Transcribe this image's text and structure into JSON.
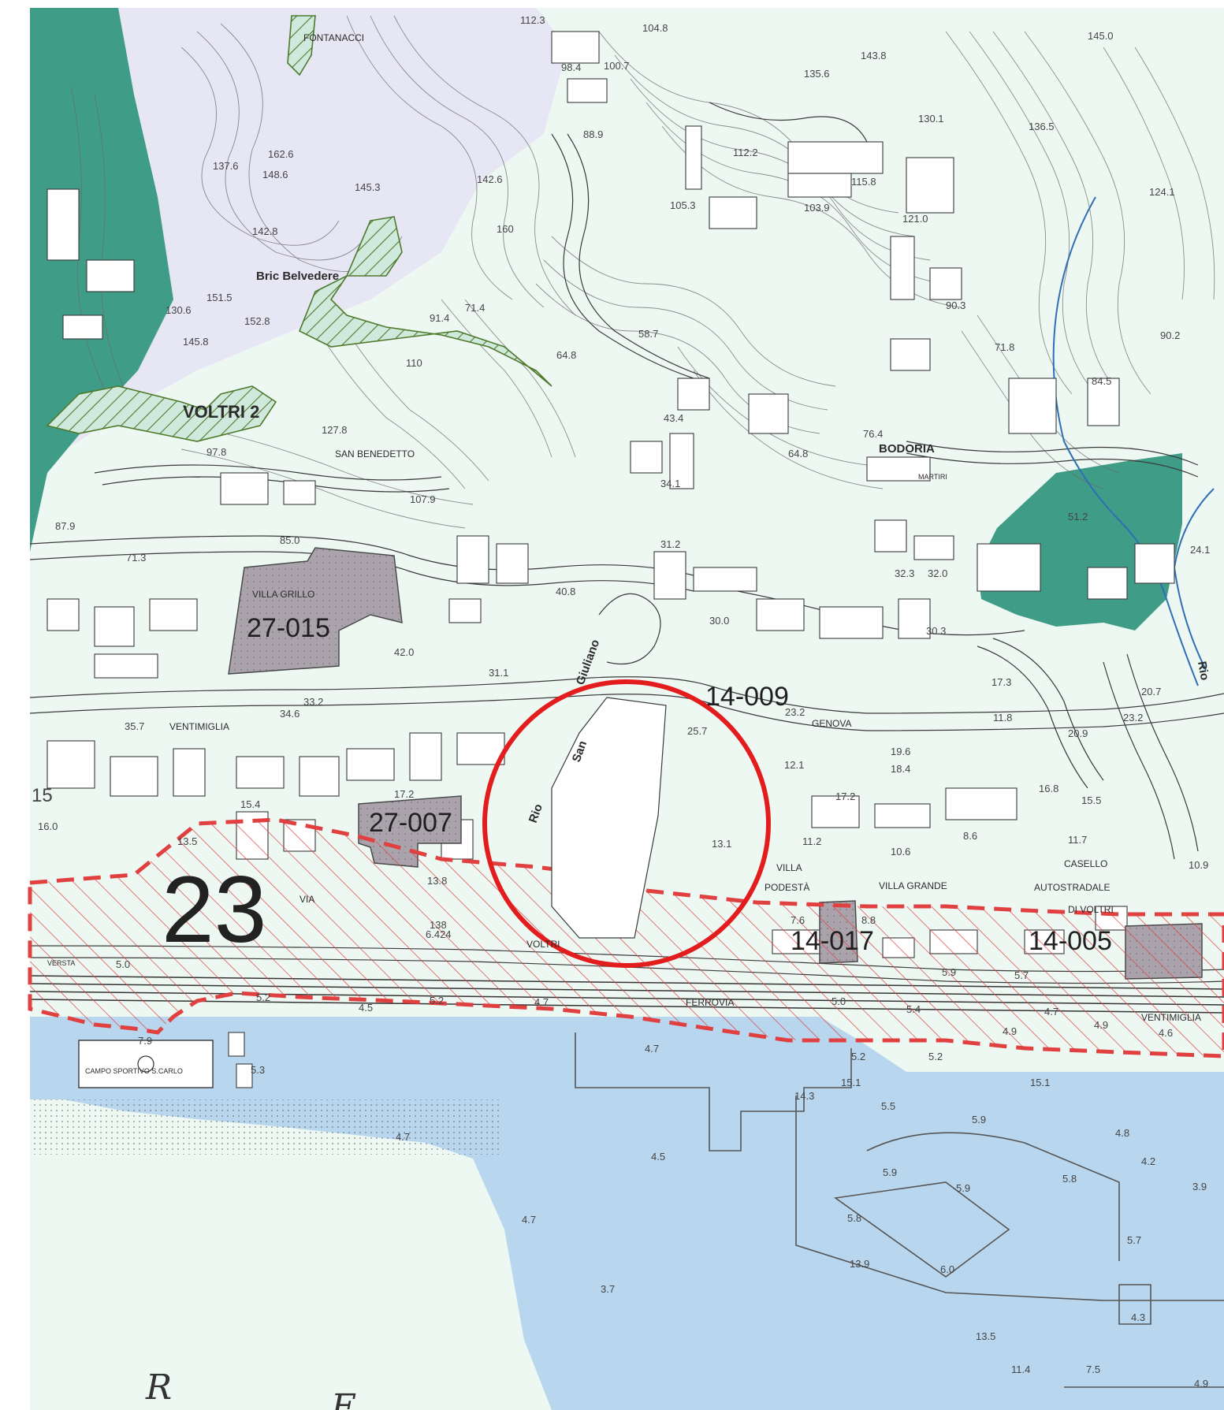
{
  "map": {
    "colors": {
      "teal_zone": "#3f9c86",
      "light_green_zone": "#dff3ea",
      "lavender_zone": "#e7e6f5",
      "sea_blue": "#b8d6ee",
      "grey_parcel": "#a9a3ab",
      "green_hatch": "#4f7a2c",
      "red_hatch": "#e04040",
      "highlight_circle": "#e31d1d",
      "river_blue": "#2f6fb5"
    },
    "zone_number": "23",
    "sea_letters": [
      "R",
      "E"
    ],
    "parcel_codes": [
      "27-015",
      "27-007",
      "14-009",
      "14-017",
      "14-005"
    ],
    "place_names": [
      "FONTANACCI",
      "Bric Belvedere",
      "VOLTRI 2",
      "SAN BENEDETTO",
      "VILLA GRILLO",
      "BODORIA",
      "VENTIMIGLIA",
      "GENOVA",
      "Giuliano",
      "San",
      "Rio",
      "VILLA",
      "PODESTÀ",
      "VILLA GRANDE",
      "CASELLO",
      "AUTOSTRADALE",
      "DI VOLTRI",
      "FERROVIA",
      "VENTIMIGLIA",
      "CAMPO SPORTIVO S.CARLO",
      "Rio",
      "VIA",
      "VOLTRI",
      "VERSTA",
      "MARTIRI"
    ],
    "elevations": [
      "112.3",
      "104.8",
      "98.4",
      "100.7",
      "135.6",
      "143.8",
      "145.0",
      "88.9",
      "112.2",
      "130.1",
      "136.5",
      "137.6",
      "162.6",
      "148.6",
      "145.3",
      "142.8",
      "142.6",
      "160",
      "105.3",
      "115.8",
      "103.9",
      "121.0",
      "124.1",
      "152.8",
      "151.5",
      "145.8",
      "130.6",
      "91.4",
      "71.4",
      "58.7",
      "64.8",
      "110",
      "90.3",
      "71.8",
      "90.2",
      "84.5",
      "43.4",
      "76.4",
      "64.8",
      "97.8",
      "127.8",
      "107.9",
      "87.9",
      "85.0",
      "71.3",
      "34.1",
      "31.2",
      "40.8",
      "30.0",
      "32.3",
      "32.0",
      "30.3",
      "51.2",
      "24.1",
      "42.0",
      "31.1",
      "33.2",
      "34.6",
      "35.7",
      "25.7",
      "23.2",
      "17.3",
      "11.8",
      "20.9",
      "23.2",
      "20.7",
      "19.6",
      "18.4",
      "16.8",
      "15.5",
      "17.2",
      "12.1",
      "11.2",
      "10.6",
      "8.6",
      "11.7",
      "10.9",
      "13.1",
      "16.0",
      "13.5",
      "17.2",
      "15.4",
      "13.8",
      "8.8",
      "7.6",
      "5.9",
      "5.7",
      "5.0",
      "4.5",
      "5.2",
      "4.7",
      "5.2",
      "5.0",
      "5.4",
      "4.9",
      "4.9",
      "4.6",
      "4.7",
      "7.9",
      "5.3",
      "4.7",
      "5.2",
      "5.2",
      "15.1",
      "15.1",
      "14.3",
      "5.5",
      "5.9",
      "4.8",
      "4.7",
      "4.5",
      "4.2",
      "3.9",
      "5.9",
      "5.9",
      "5.8",
      "5.8",
      "6.0",
      "13.9",
      "5.7",
      "4.7",
      "3.7",
      "4.3",
      "13.5",
      "11.4",
      "7.5",
      "4.9",
      "138",
      "6.424",
      "15"
    ]
  }
}
